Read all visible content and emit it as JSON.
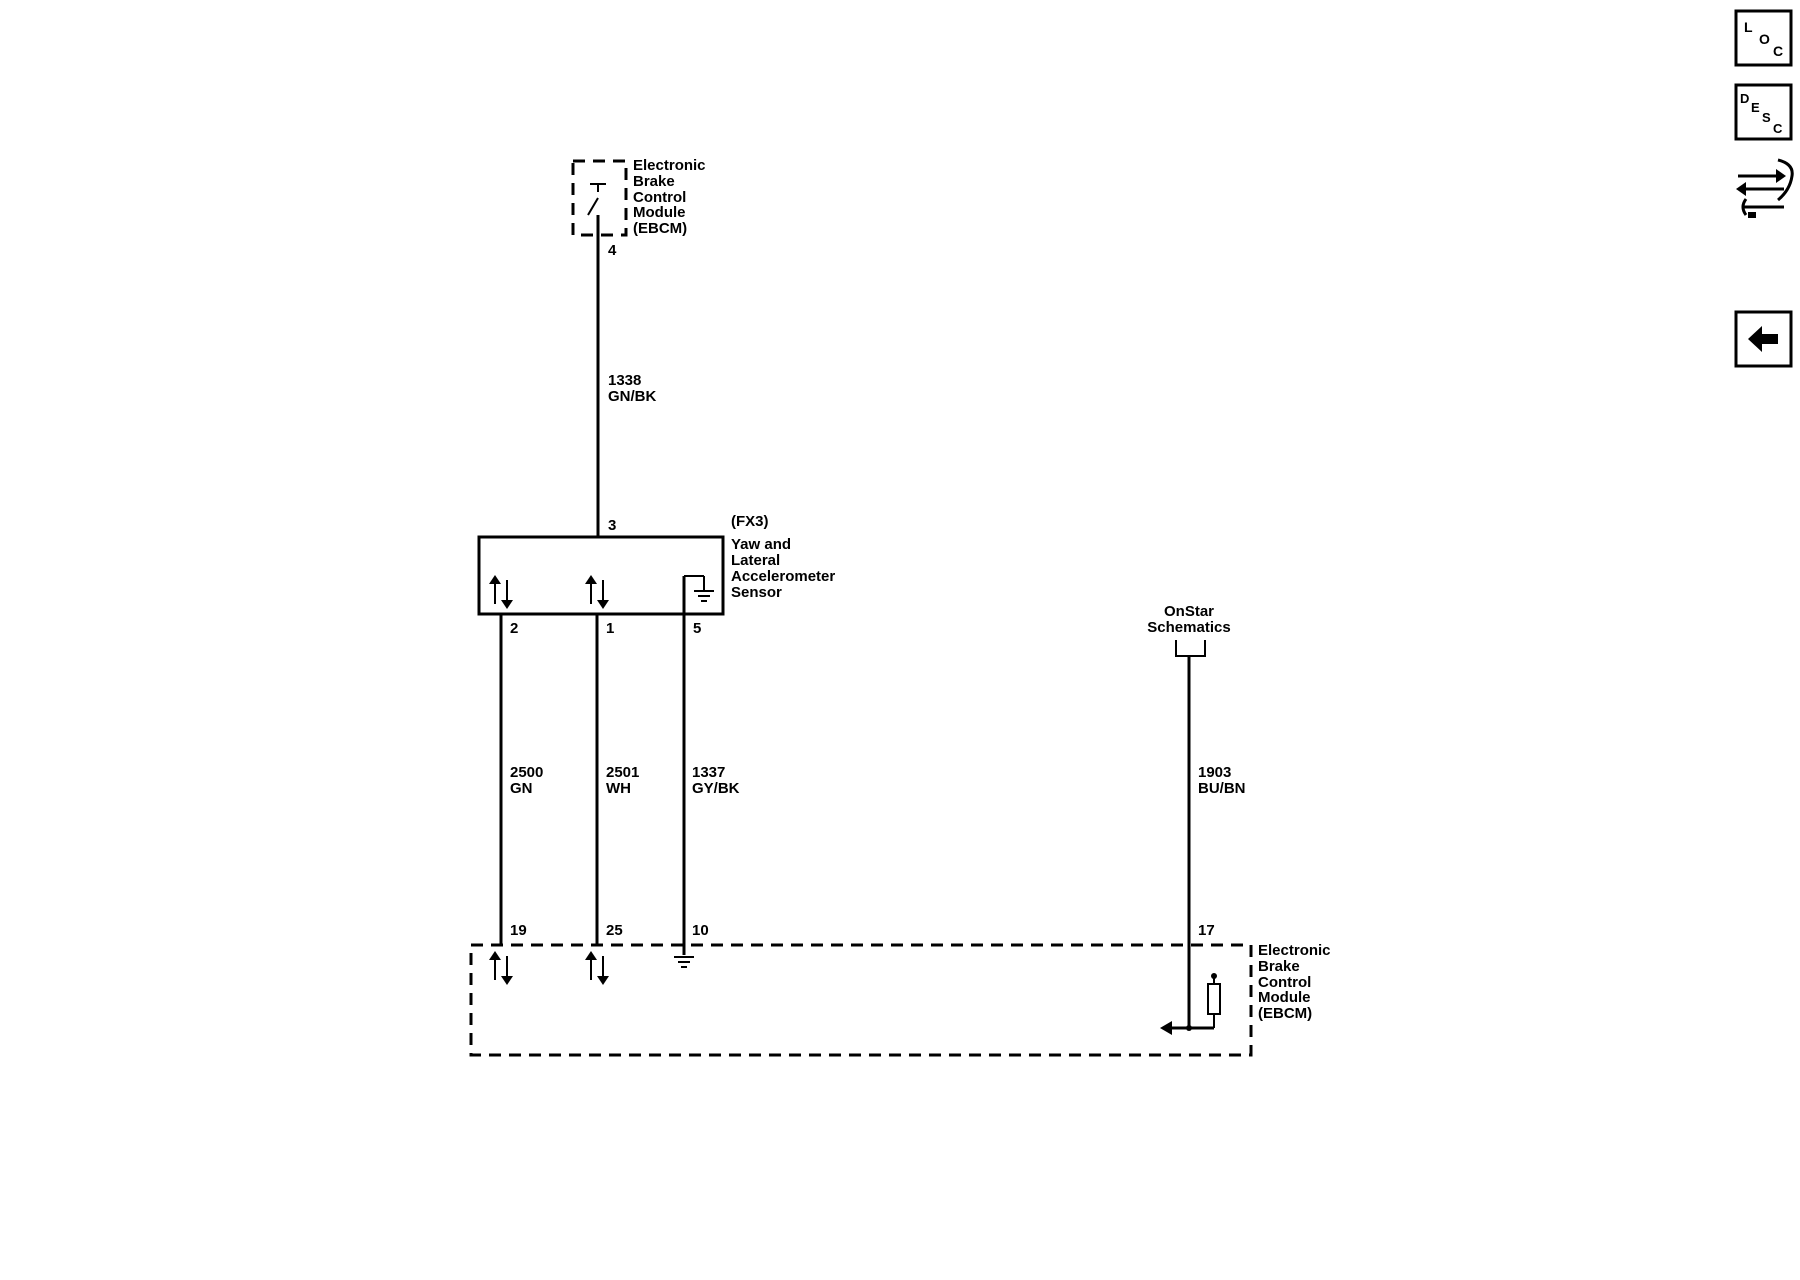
{
  "top_module": {
    "lines": [
      "Electronic",
      "Brake",
      "Control",
      "Module",
      "(EBCM)"
    ],
    "pin": "4"
  },
  "wire_top": {
    "circuit": "1338",
    "color": "GN/BK"
  },
  "sensor": {
    "code": "(FX3)",
    "lines": [
      "Yaw and",
      "Lateral",
      "Accelerometer",
      "Sensor"
    ],
    "pin_top": "3",
    "pins_bottom": [
      "2",
      "1",
      "5"
    ]
  },
  "wires_bottom": [
    {
      "circuit": "2500",
      "color": "GN"
    },
    {
      "circuit": "2501",
      "color": "WH"
    },
    {
      "circuit": "1337",
      "color": "GY/BK"
    }
  ],
  "onstar": {
    "lines": [
      "OnStar",
      "Schematics"
    ],
    "circuit": "1903",
    "color": "BU/BN"
  },
  "bottom_module": {
    "lines": [
      "Electronic",
      "Brake",
      "Control",
      "Module",
      "(EBCM)"
    ],
    "pins": [
      "19",
      "25",
      "10",
      "17"
    ]
  },
  "nav": {
    "loc": [
      "L",
      "O",
      "C"
    ],
    "desc": [
      "D",
      "E",
      "S",
      "C"
    ],
    "icons": [
      "connector-repair-icon",
      "back-arrow-icon"
    ]
  }
}
